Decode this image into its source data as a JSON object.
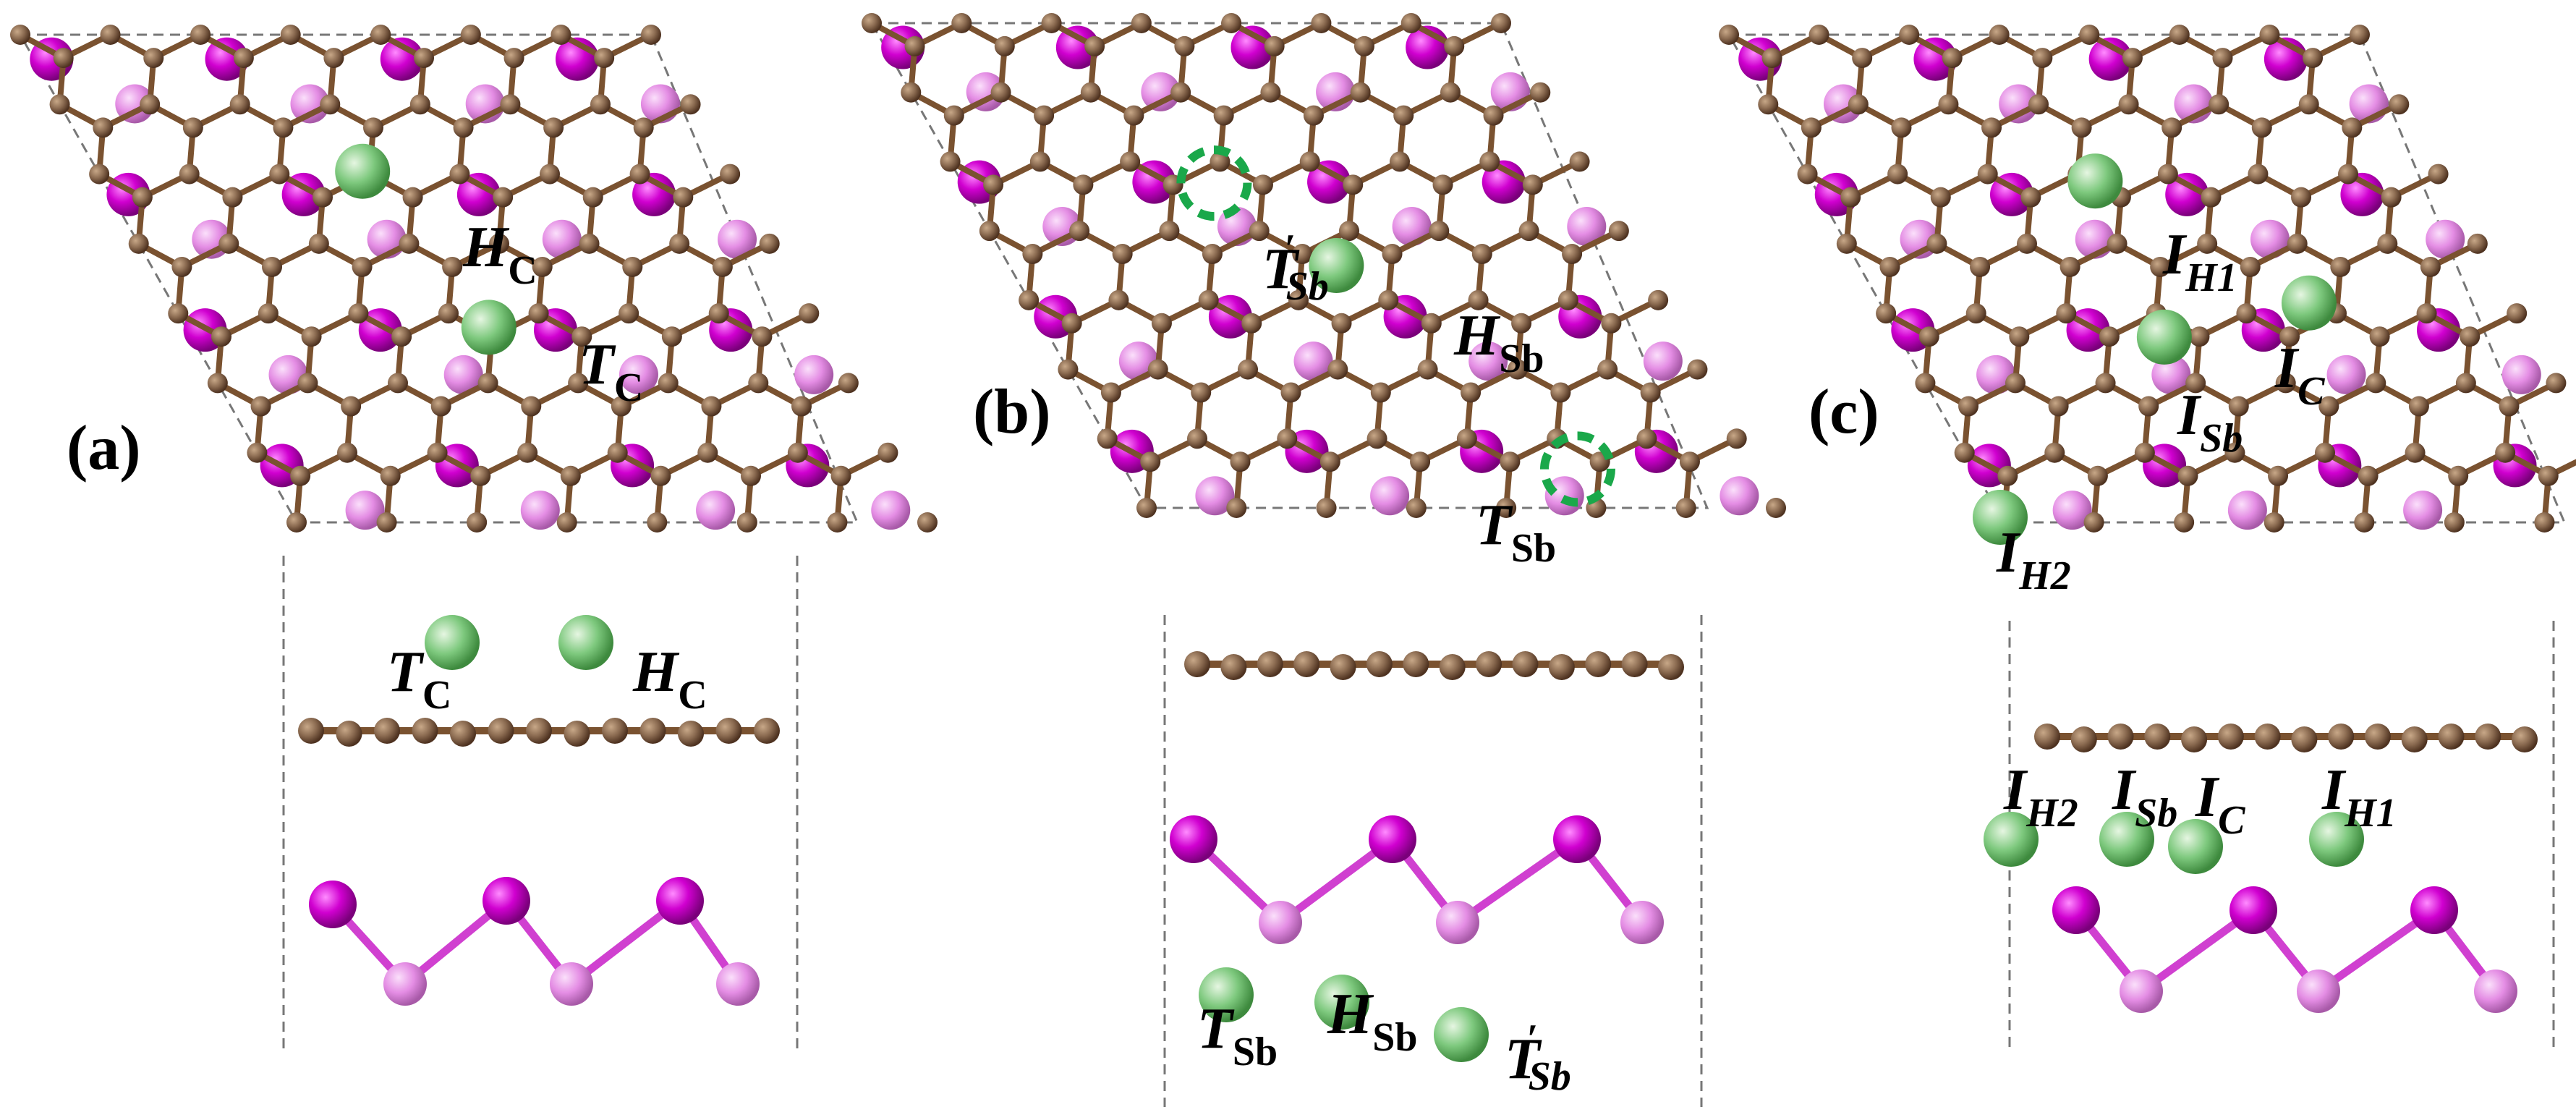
{
  "colors": {
    "carbon": "#8a6a50",
    "carbon_dark": "#5a3a22",
    "bond": "#7a5230",
    "sb_top": "#d000d0",
    "sb_bottom": "#e48de4",
    "sb_bond": "#d040d0",
    "adatom": "#7ec97e",
    "marker": "#1aa84a",
    "cell_outline": "#777777"
  },
  "panels": [
    {
      "id": "a",
      "label": "(a)",
      "sites_top": [
        {
          "main": "H",
          "sub": "C",
          "sub_italic": false,
          "prime": false
        },
        {
          "main": "T",
          "sub": "C",
          "sub_italic": false,
          "prime": false
        }
      ],
      "sites_side": [
        {
          "main": "T",
          "sub": "C",
          "sub_italic": false,
          "prime": false
        },
        {
          "main": "H",
          "sub": "C",
          "sub_italic": false,
          "prime": false
        }
      ]
    },
    {
      "id": "b",
      "label": "(b)",
      "sites_top": [
        {
          "main": "T",
          "sub": "Sb",
          "sub_italic": true,
          "prime": true
        },
        {
          "main": "H",
          "sub": "Sb",
          "sub_italic": false,
          "prime": false
        },
        {
          "main": "T",
          "sub": "Sb",
          "sub_italic": false,
          "prime": false
        }
      ],
      "sites_side": [
        {
          "main": "T",
          "sub": "Sb",
          "sub_italic": false,
          "prime": false
        },
        {
          "main": "H",
          "sub": "Sb",
          "sub_italic": false,
          "prime": false
        },
        {
          "main": "T",
          "sub": "Sb",
          "sub_italic": true,
          "prime": true
        }
      ]
    },
    {
      "id": "c",
      "label": "(c)",
      "sites_top": [
        {
          "main": "I",
          "sub": "H1",
          "sub_italic": true,
          "prime": false
        },
        {
          "main": "I",
          "sub": "C",
          "sub_italic": true,
          "prime": false
        },
        {
          "main": "I",
          "sub": "Sb",
          "sub_italic": true,
          "prime": false
        },
        {
          "main": "I",
          "sub": "H2",
          "sub_italic": true,
          "prime": false
        }
      ],
      "sites_side": [
        {
          "main": "I",
          "sub": "H2",
          "sub_italic": true,
          "prime": false
        },
        {
          "main": "I",
          "sub": "Sb",
          "sub_italic": true,
          "prime": false
        },
        {
          "main": "I",
          "sub": "C",
          "sub_italic": true,
          "prime": false
        },
        {
          "main": "I",
          "sub": "H1",
          "sub_italic": true,
          "prime": false
        }
      ]
    }
  ]
}
